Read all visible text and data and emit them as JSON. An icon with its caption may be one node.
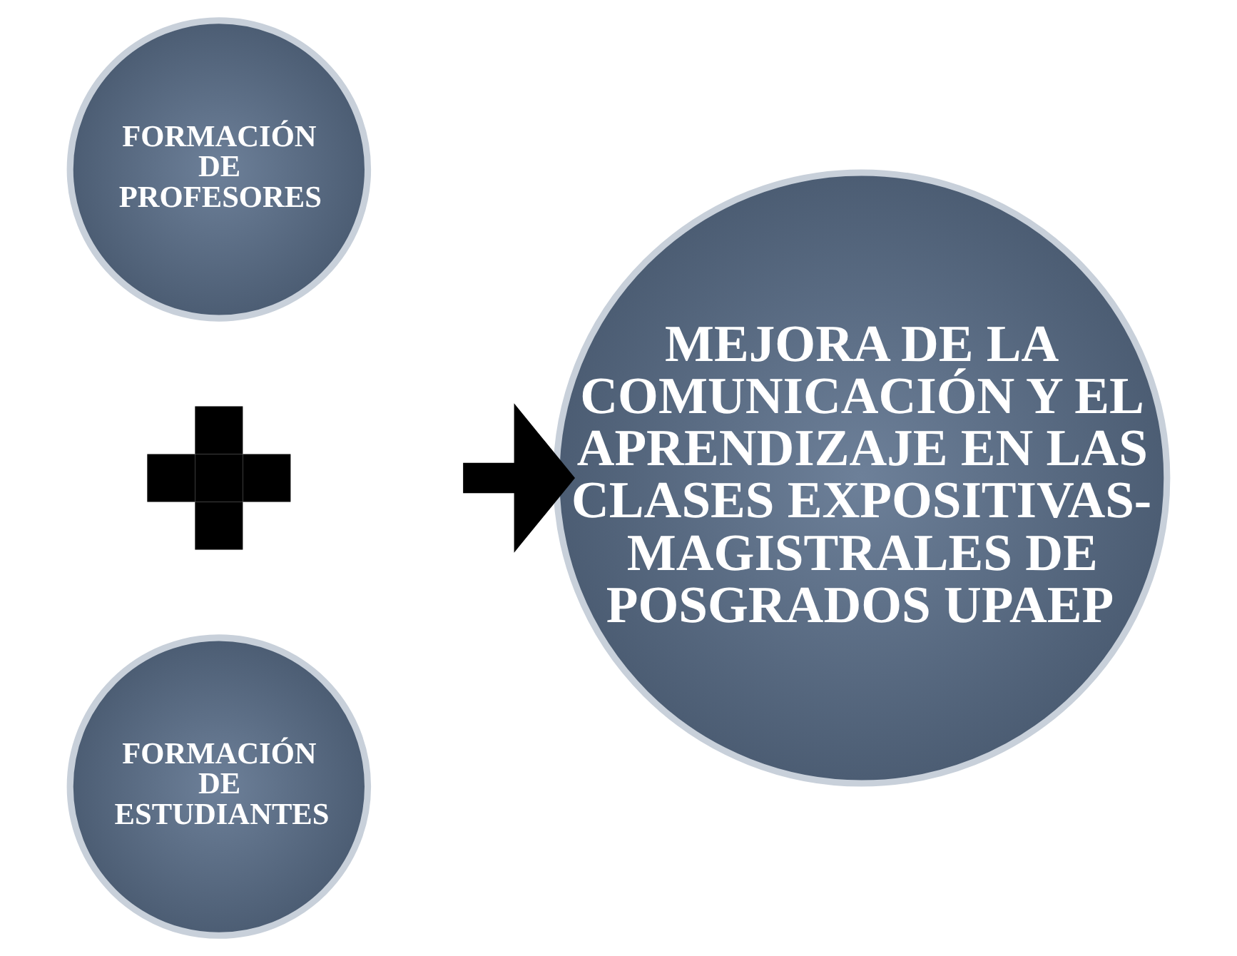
{
  "diagram": {
    "nodes": [
      {
        "text": [
          "FORMACIÓN DE PROFESORES"
        ]
      },
      {
        "text": [],
        "shape": "plus"
      },
      {
        "text": [
          "FORMACIÓN DE ESTUDIANTES"
        ]
      },
      {
        "text": [
          "MEJORA DE LA COMUNICACIÓN Y EL APRENDIZAJE EN LAS CLASES EXPOSITIVAS-MAGISTRALES DE POSGRADOS UPAEP"
        ]
      }
    ],
    "edges": [
      {
        "from": null,
        "to": 3,
        "arrow": "to"
      }
    ]
  }
}
